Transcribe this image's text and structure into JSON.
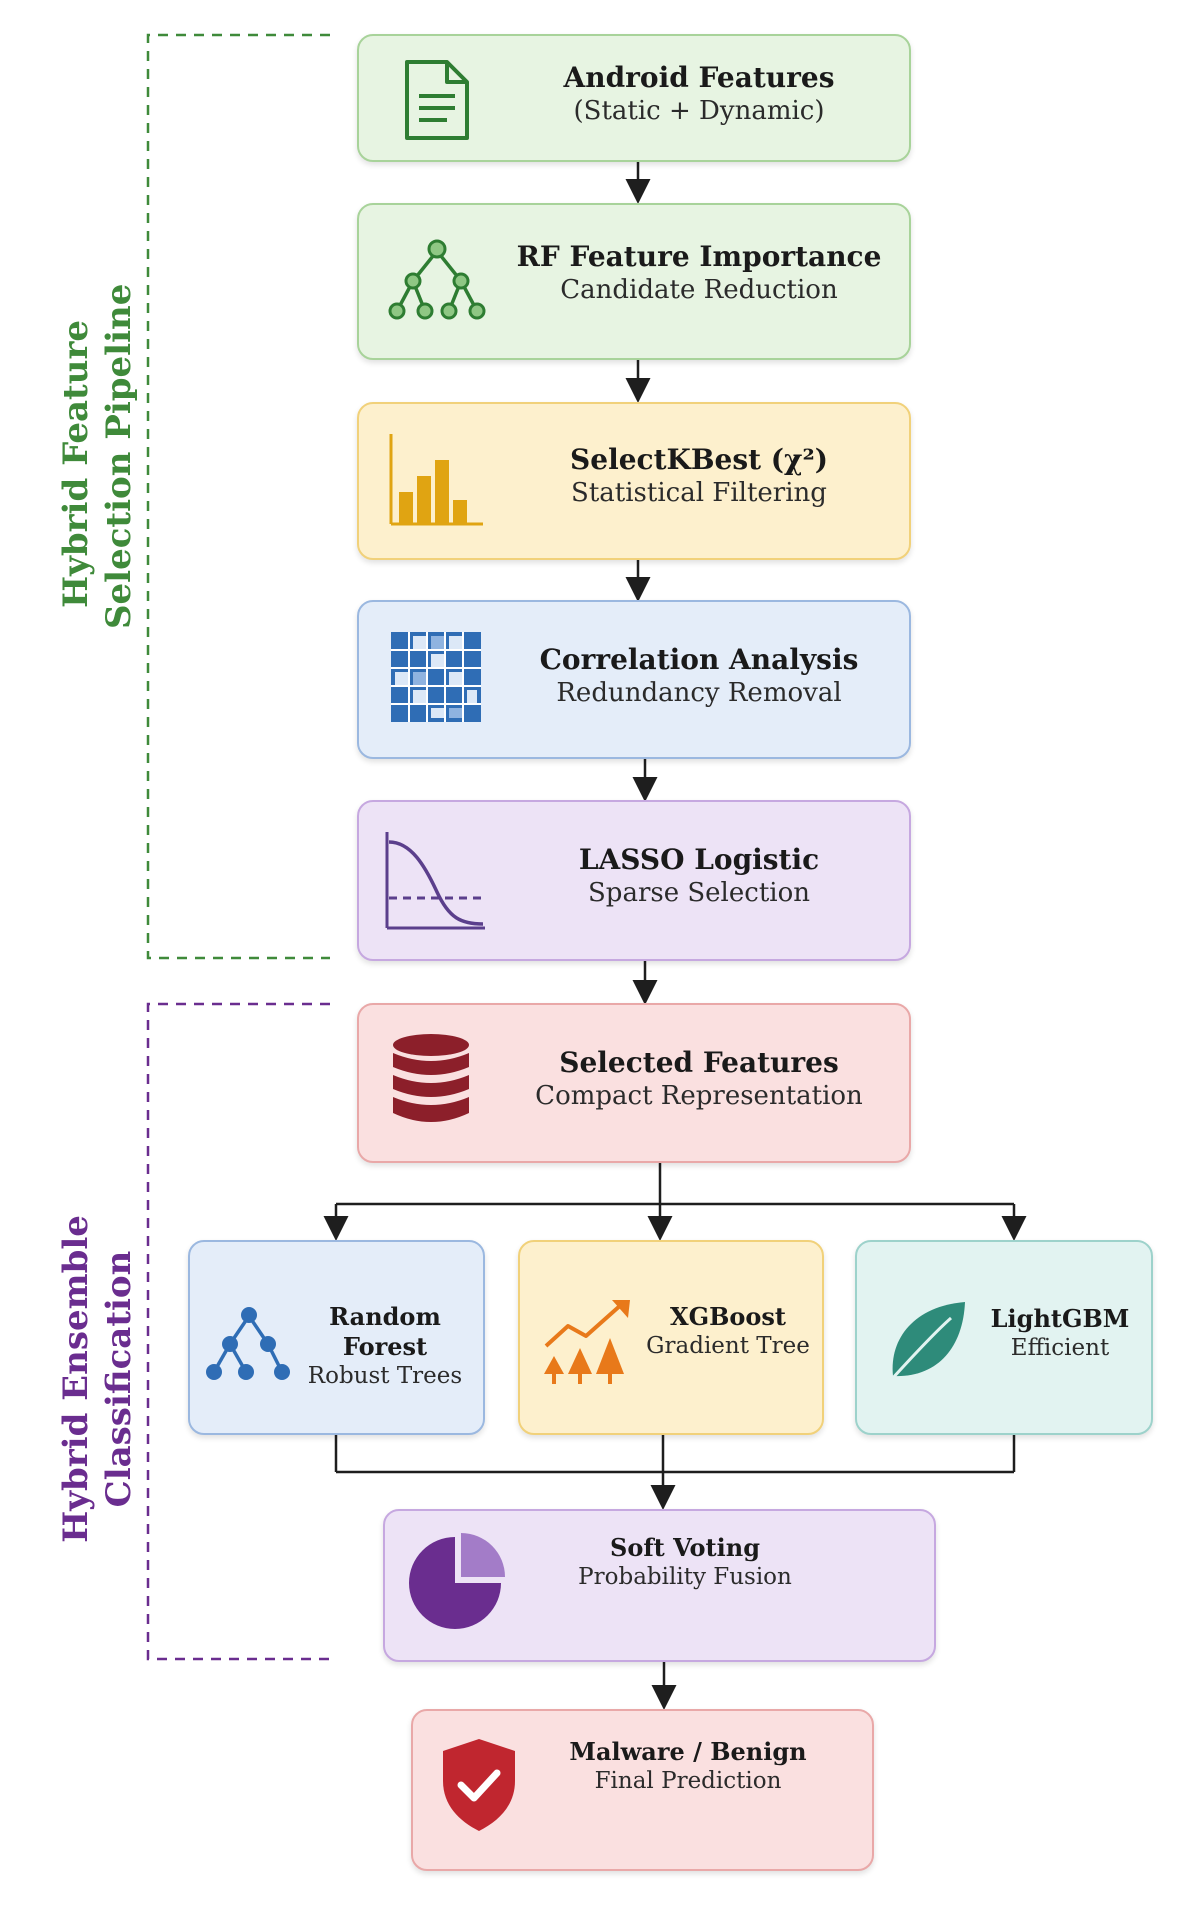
{
  "groups": {
    "selection": {
      "label_line1": "Hybrid Feature",
      "label_line2": "Selection Pipeline",
      "color": "#3f8a3a"
    },
    "ensemble": {
      "label_line1": "Hybrid Ensemble",
      "label_line2": "Classification",
      "color": "#6a2d8f"
    }
  },
  "nodes": {
    "android": {
      "title": "Android Features",
      "subtitle": "(Static + Dynamic)",
      "icon": "document-icon",
      "color": "green"
    },
    "rf_importance": {
      "title": "RF Feature Importance",
      "subtitle": "Candidate Reduction",
      "icon": "tree-icon",
      "color": "green"
    },
    "selectkbest": {
      "title": "SelectKBest (χ²)",
      "subtitle": "Statistical Filtering",
      "icon": "bar-chart-icon",
      "color": "yellow"
    },
    "correlation": {
      "title": "Correlation Analysis",
      "subtitle": "Redundancy Removal",
      "icon": "grid-matrix-icon",
      "color": "blue"
    },
    "lasso": {
      "title": "LASSO Logistic",
      "subtitle": "Sparse Selection",
      "icon": "decay-curve-icon",
      "color": "purple"
    },
    "selected": {
      "title": "Selected Features",
      "subtitle": "Compact Representation",
      "icon": "database-icon",
      "color": "red"
    },
    "random_forest": {
      "title": "Random Forest",
      "subtitle": "Robust Trees",
      "icon": "tree-icon",
      "color": "blue"
    },
    "xgboost": {
      "title": "XGBoost",
      "subtitle": "Gradient Tree",
      "icon": "trending-trees-icon",
      "color": "yellow"
    },
    "lightgbm": {
      "title": "LightGBM",
      "subtitle": "Efficient",
      "icon": "leaf-icon",
      "color": "teal"
    },
    "soft_voting": {
      "title": "Soft Voting",
      "subtitle": "Probability Fusion",
      "icon": "pie-chart-icon",
      "color": "purple"
    },
    "prediction": {
      "title": "Malware / Benign",
      "subtitle": "Final Prediction",
      "icon": "shield-check-icon",
      "color": "red"
    }
  },
  "colors": {
    "icon_green": "#2e7d32",
    "icon_yellow": "#e0a412",
    "icon_blue": "#2f6db5",
    "icon_purple": "#5b3f8c",
    "icon_red": "#8c1f2a",
    "icon_orange": "#e8791a",
    "icon_teal": "#2e8b7a",
    "pie_purple": "#6a2d8f",
    "shield_red": "#c0262f",
    "arrow": "#1e1e1e"
  }
}
